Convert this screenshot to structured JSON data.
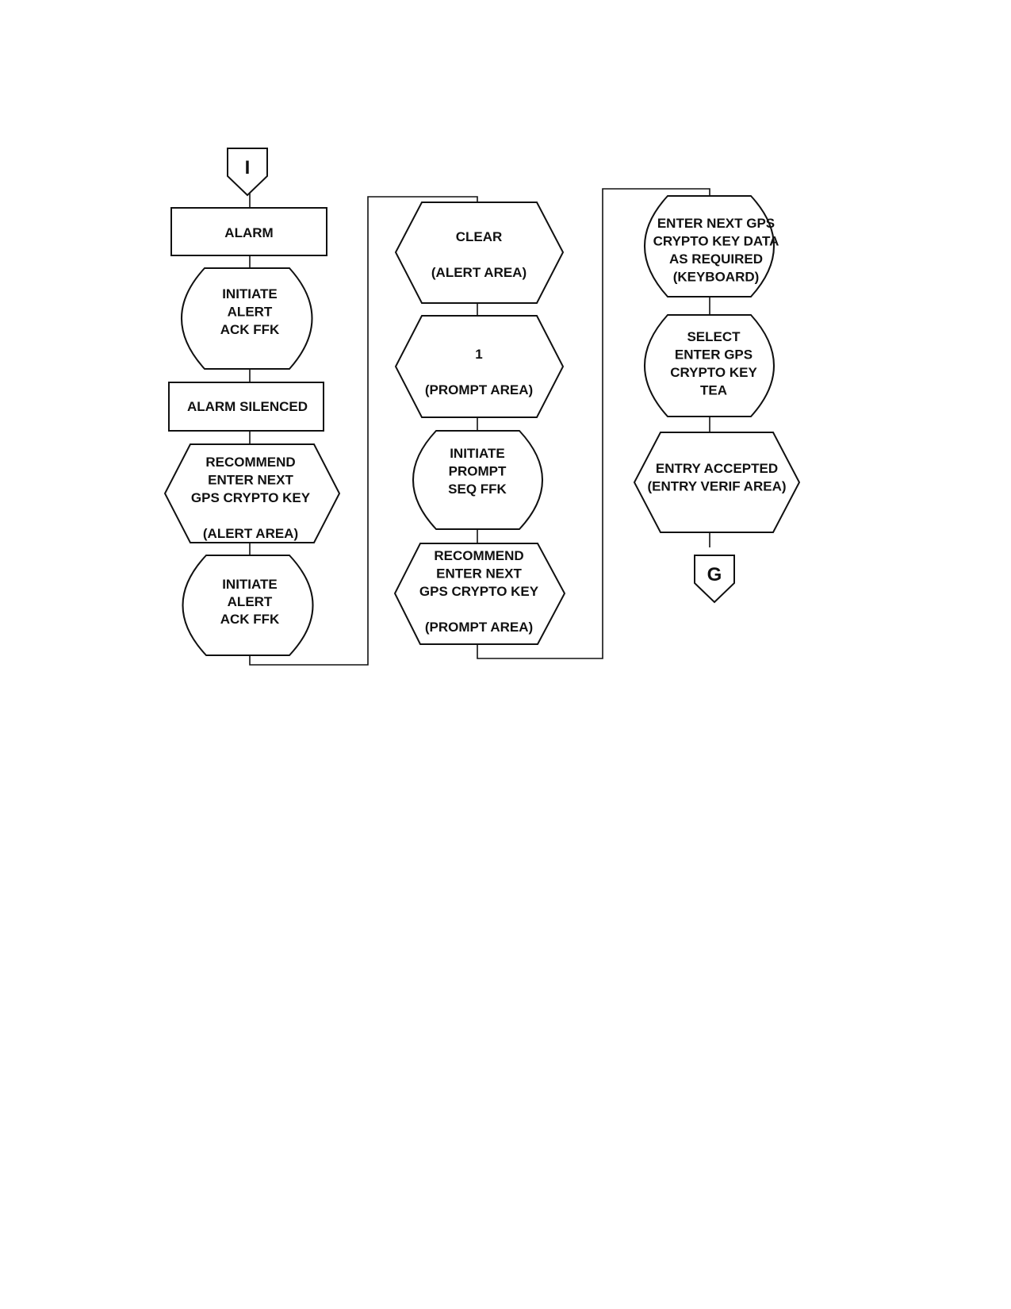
{
  "connectors": {
    "start": "I",
    "end": "G"
  },
  "nodes": {
    "alarm": [
      "ALARM"
    ],
    "initiate_alert_ack_1": [
      "INITIATE",
      "ALERT",
      "ACK FFK"
    ],
    "alarm_silenced": [
      "ALARM SILENCED"
    ],
    "recommend_alert": [
      "RECOMMEND",
      "ENTER NEXT",
      "GPS CRYPTO KEY",
      "",
      "(ALERT AREA)"
    ],
    "initiate_alert_ack_2": [
      "INITIATE",
      "ALERT",
      "ACK FFK"
    ],
    "clear_alert": [
      "CLEAR",
      "",
      "(ALERT AREA)"
    ],
    "prompt_1": [
      "1",
      "",
      "(PROMPT AREA)"
    ],
    "initiate_prompt_seq": [
      "INITIATE",
      "PROMPT",
      "SEQ FFK"
    ],
    "recommend_prompt": [
      "RECOMMEND",
      "ENTER NEXT",
      "GPS CRYPTO KEY",
      "",
      "(PROMPT AREA)"
    ],
    "enter_key_data": [
      "ENTER NEXT GPS",
      "CRYPTO KEY DATA",
      "AS REQUIRED",
      "(KEYBOARD)"
    ],
    "select_enter_key": [
      "SELECT",
      "ENTER GPS",
      "CRYPTO KEY",
      "TEA"
    ],
    "entry_accepted": [
      "ENTRY ACCEPTED",
      "(ENTRY VERIF AREA)"
    ]
  }
}
